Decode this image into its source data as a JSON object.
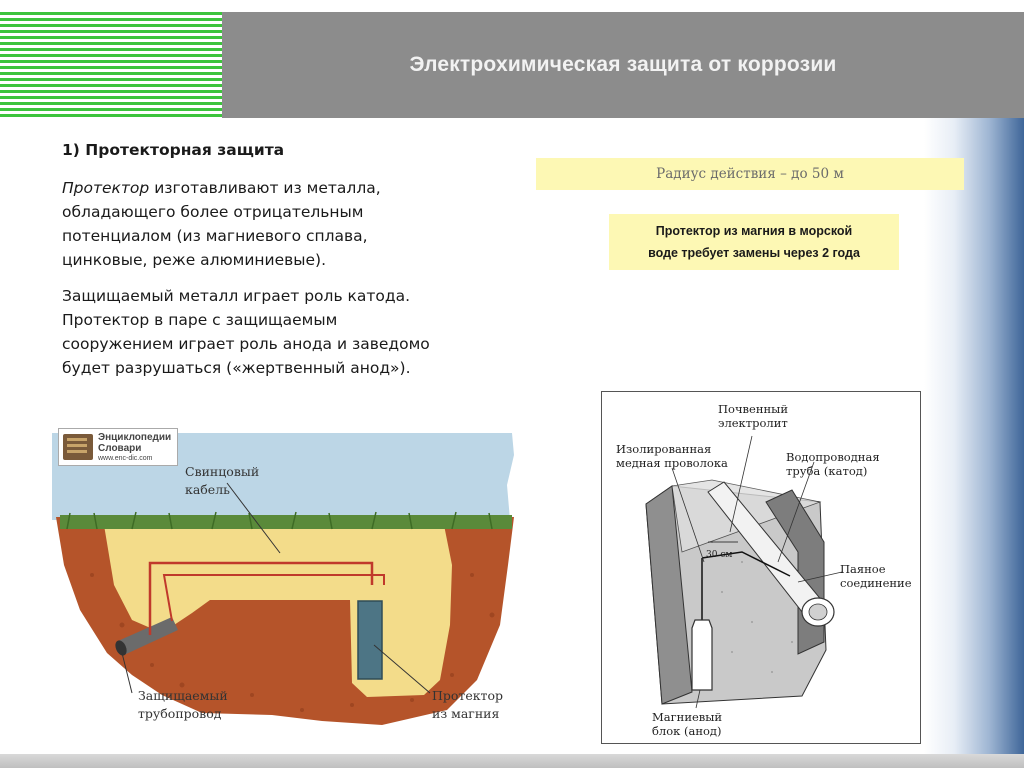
{
  "header": {
    "title": "Электрохимическая защита от коррозии"
  },
  "section": {
    "title": "1) Протекторная защита",
    "para1": {
      "italic_word": "Протектор",
      "line1_rest": " изготавливают из металла,",
      "line2": "обладающего более отрицательным",
      "line3": "потенциалом (из магниевого сплава,",
      "line4": "цинковые, реже алюминиевые)."
    },
    "para2": {
      "line1": "Защищаемый металл играет роль катода.",
      "line2": "Протектор в паре с защищаемым",
      "line3": "сооружением играет роль анода и заведомо",
      "line4": "будет разрушаться («жертвенный анод»)."
    }
  },
  "callouts": {
    "radius": "Радиус действия – до 50 м",
    "magnesium_line1": "Протектор из магния в морской",
    "magnesium_line2": "воде требует замены через 2 года"
  },
  "figure_left": {
    "logo_line1": "Энциклопедии",
    "logo_line2": "Словари",
    "logo_url": "www.enc-dic.com",
    "label_cable_1": "Свинцовый",
    "label_cable_2": "кабель",
    "label_pipe_1": "Защищаемый",
    "label_pipe_2": "трубопровод",
    "label_protector_1": "Протектор",
    "label_protector_2": "из магния",
    "colors": {
      "sky": "#bcd6e6",
      "soil": "#b5542a",
      "sand": "#f3dc8a",
      "grass": "#5a8a3a",
      "wire": "#c0392b",
      "protector": "#4d7585"
    }
  },
  "figure_right": {
    "label_soil_1": "Почвенный",
    "label_soil_2": "электролит",
    "label_wire_1": "Изолированная",
    "label_wire_2": "медная проволока",
    "label_pipe_1": "Водопроводная",
    "label_pipe_2": "труба (катод)",
    "label_joint_1": "Паяное",
    "label_joint_2": "соединение",
    "label_depth": "30 см",
    "label_block_1": "Магниевый",
    "label_block_2": "блок (анод)"
  }
}
